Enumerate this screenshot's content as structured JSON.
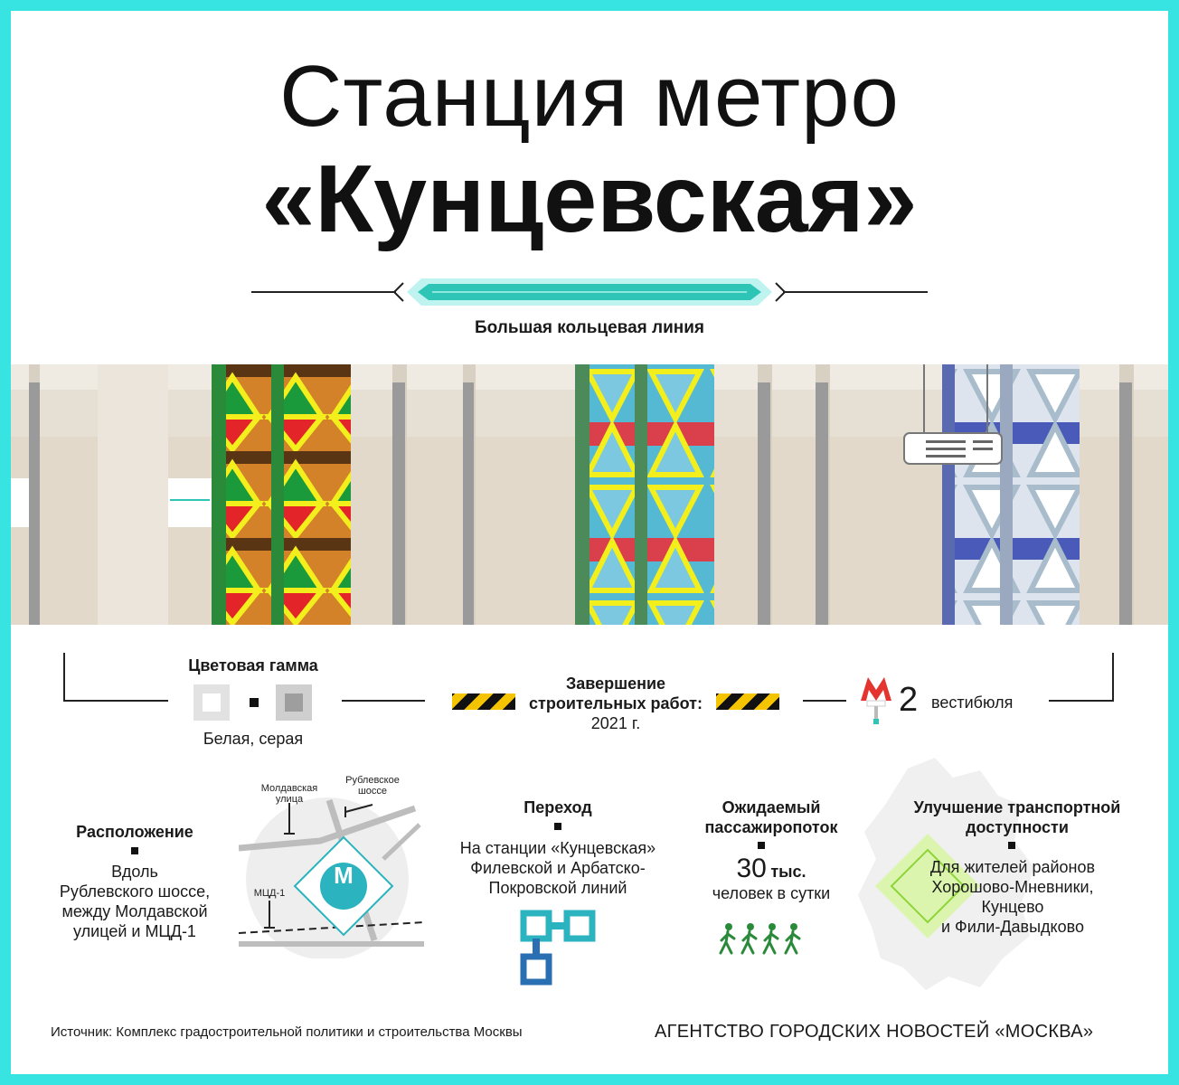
{
  "header": {
    "title_line1": "Станция метро",
    "title_line2": "«Кунцевская»",
    "line_name": "Большая кольцевая линия"
  },
  "facts": {
    "color_scheme": {
      "label": "Цветовая гамма",
      "value": "Белая, серая"
    },
    "completion": {
      "label_line1": "Завершение",
      "label_line2": "строительных работ:",
      "value": "2021 г."
    },
    "vestibules": {
      "number": "2",
      "label": "вестибюля"
    }
  },
  "location": {
    "heading": "Расположение",
    "lines": [
      "Вдоль",
      "Рублевского шоссе,",
      "между Молдавской",
      "улицей и МЦД-1"
    ],
    "map_labels": {
      "moldavskaya_line1": "Молдавская",
      "moldavskaya_line2": "улица",
      "rublevskoe_line1": "Рублевское",
      "rublevskoe_line2": "шоссе",
      "mcd": "МЦД-1",
      "metro_letter": "M"
    }
  },
  "transfer": {
    "heading": "Переход",
    "lines": [
      "На станции «Кунцевская»",
      "Филевской и Арбатско-",
      "Покровской линий"
    ]
  },
  "ridership": {
    "heading_line1": "Ожидаемый",
    "heading_line2": "пассажиропоток",
    "number": "30",
    "unit": "тыс.",
    "caption": "человек в сутки"
  },
  "accessibility": {
    "heading_line1": "Улучшение транспортной",
    "heading_line2": "доступности",
    "lines": [
      "Для жителей районов",
      "Хорошово-Мневники,",
      "Кунцево",
      "и Фили-Давыдково"
    ]
  },
  "footer": {
    "source": "Источник: Комплекс градостроительной политики и строительства Москвы",
    "agency": "АГЕНТСТВО ГОРОДСКИХ НОВОСТЕЙ «МОСКВА»"
  },
  "colors": {
    "frame": "#38e4e1",
    "line_color": "#2ec4b6",
    "hazard_yellow": "#f5c400",
    "people_green": "#2a8a3a",
    "transfer_teal": "#2bb3c0",
    "transfer_blue": "#2b6fb3",
    "metro_red": "#e3342f"
  }
}
